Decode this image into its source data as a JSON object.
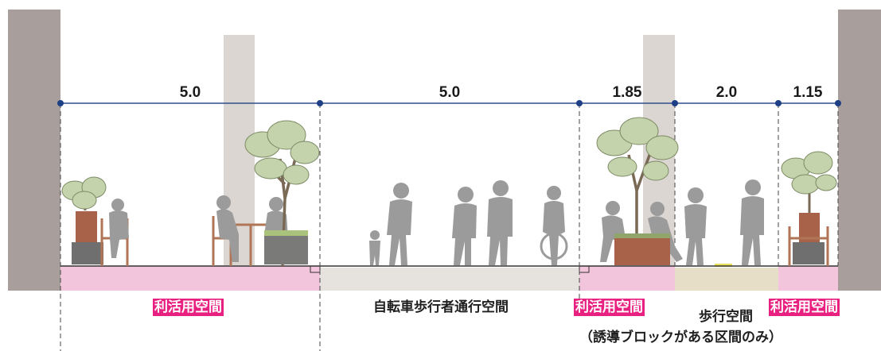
{
  "dimensions": [
    "5.0",
    "5.0",
    "1.85",
    "2.0",
    "1.15"
  ],
  "zones": {
    "pink_label": "利活用空間",
    "bike_ped_label": "自転車歩行者通行空間",
    "walk_label": "歩行空間",
    "walk_note": "（誘導ブロックがある区間のみ）"
  },
  "colors": {
    "building": "#a89f9c",
    "pillar": "#dcd6d2",
    "pink_surface": "#f3c5dd",
    "gray_surface": "#e6e3df",
    "tan_surface": "#e7dec8",
    "dim_line": "#2e4f8a",
    "dim_dot": "#1d3f86",
    "label_pink": "#e8207f",
    "person": "#9b9b9b",
    "foliage": "#c4d3ac",
    "planter": "#a8624a",
    "chair": "#b07556"
  }
}
